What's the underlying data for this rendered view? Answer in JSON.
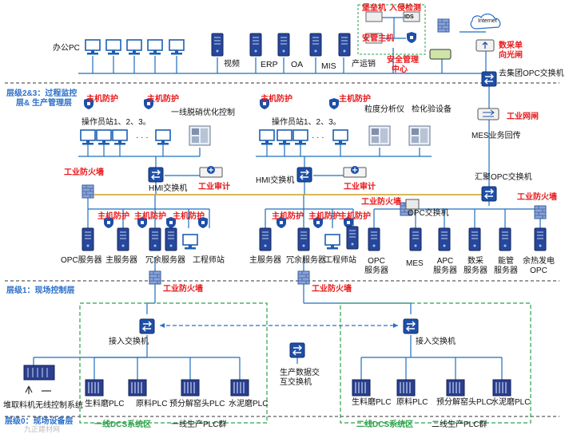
{
  "colors": {
    "line": "#1d6fbf",
    "bus": "#c9a020",
    "red": "#e8191b",
    "blue": "#2a6fc9",
    "green": "#2ca24a",
    "dash": "#4a4a4a"
  },
  "office": {
    "pc": "办公PC",
    "video": "视频",
    "erp": "ERP",
    "oa": "OA",
    "mis": "MIS",
    "ops": "产运销",
    "mgmt": "安全管理中心",
    "mgmt_lines": [
      "安全管理",
      "中心"
    ]
  },
  "security": {
    "bastion": "堡垒机",
    "ids": "入侵检测",
    "ids_tag": "IDS",
    "host": "安管主机",
    "internet": "Internet",
    "unidir": "数采单向光闸",
    "unidir_lines": [
      "数采单",
      "向光闸"
    ],
    "group_switch": "去集团OPC交换机",
    "gateway": "工业网闸",
    "mes_return": "MES业务回传",
    "agg_switch": "汇聚OPC交换机"
  },
  "levels": {
    "l23": "层级2&3：过程监控层& 生产管理层",
    "l23_lines": [
      "层级2&3：过程监控",
      "层& 生产管理层"
    ],
    "l1": "层级1：现场控制层",
    "l0": "层级0：现场设备层"
  },
  "line1": {
    "host_protect": "主机防护",
    "operator": "操作员站1、2、3。",
    "dots": "· · ·",
    "opt": "一线脱硝优化控制",
    "hmi": "HMI交换机",
    "audit": "工业审计",
    "firewall": "工业防火墙",
    "opc": "OPC服务器",
    "main": "主服务器",
    "redundant": "冗余服务器",
    "engineer": "工程师站",
    "access": "接入交换机",
    "dcs": "一线DCS系统区",
    "plc_group": "一线生产PLC群",
    "plcs": [
      "生料磨PLC",
      "原料PLC",
      "预分解窑头PLC",
      "水泥磨PLC"
    ],
    "stacker": "堆取料机无线控制系统"
  },
  "line2": {
    "host_protect": "主机防护",
    "operator": "操作员站1、2、3。",
    "dots": "· · ·",
    "granularity": "粒度分析仪",
    "inspection": "检化验设备",
    "hmi": "HMI交换机",
    "audit": "工业审计",
    "firewall": "工业防火墙",
    "opc_switch": "OPC交换机",
    "main": "主服务器",
    "redundant": "冗余服务器",
    "engineer": "工程师站",
    "opc": "OPC服务器",
    "opc_lines": [
      "OPC",
      "服务器"
    ],
    "mes": "MES",
    "apc": "APC服务器",
    "apc_lines": [
      "APC",
      "服务器"
    ],
    "data": "数采服务器",
    "data_lines": [
      "数采",
      "服务器"
    ],
    "energy": "能管服务器",
    "energy_lines": [
      "能管",
      "服务器"
    ],
    "waste_heat": "余热发电OPC",
    "waste_heat_lines": [
      "余热发电",
      "OPC"
    ],
    "access": "接入交换机",
    "dcs": "二线DCS系统区",
    "plc_group": "二线生产PLC群",
    "plcs": [
      "生料磨PLC",
      "原料PLC",
      "预分解窑头PLC",
      "水泥磨PLC"
    ]
  },
  "central": {
    "switch": "生产数据交互交换机",
    "switch_lines": [
      "生产数据交",
      "互交换机"
    ]
  },
  "watermark": "九正建材网"
}
